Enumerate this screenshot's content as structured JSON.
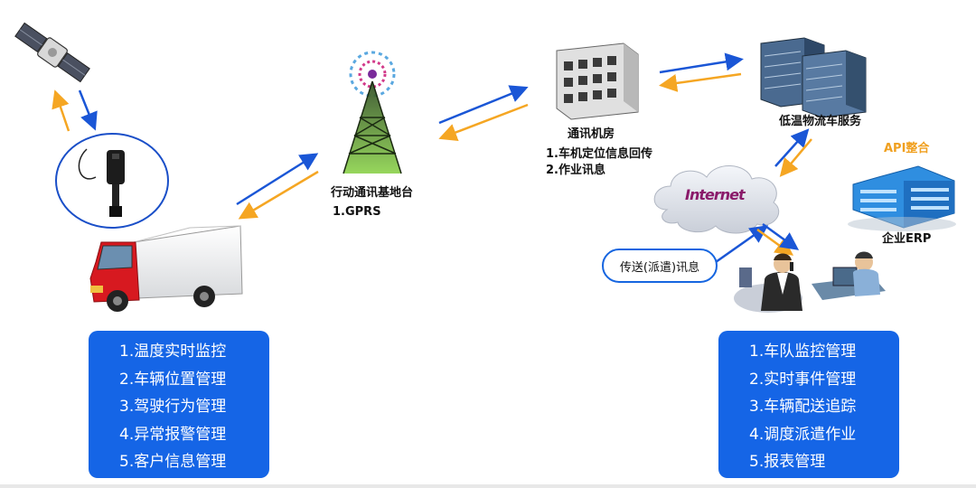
{
  "labels": {
    "base_station": "行动通讯基地台",
    "base_station_proto": "1.GPRS",
    "machine_room": "通讯机房",
    "machine_room_items": [
      "1.车机定位信息回传",
      "2.作业讯息"
    ],
    "service": "低温物流车服务",
    "api": "API整合",
    "erp": "企业ERP",
    "internet": "Internet",
    "dispatch": "传送(派遣)讯息"
  },
  "left_panel": {
    "items": [
      "1.温度实时监控",
      "2.车辆位置管理",
      "3.驾驶行为管理",
      "4.异常报警管理",
      "5.客户信息管理"
    ]
  },
  "right_panel": {
    "items": [
      "1.车队监控管理",
      "2.实时事件管理",
      "3.车辆配送追踪",
      "4.调度派遣作业",
      "5.报表管理"
    ]
  },
  "colors": {
    "arrow_blue": "#1a56d6",
    "arrow_orange": "#f5a623",
    "panel_blue": "#1565e6"
  },
  "icons": [
    "satellite-icon",
    "gps-tracker-icon",
    "truck-icon",
    "cell-tower-icon",
    "building-icon",
    "server-icon",
    "cloud-icon",
    "enterprise-building-icon",
    "dispatcher-icon",
    "operator-icon"
  ]
}
